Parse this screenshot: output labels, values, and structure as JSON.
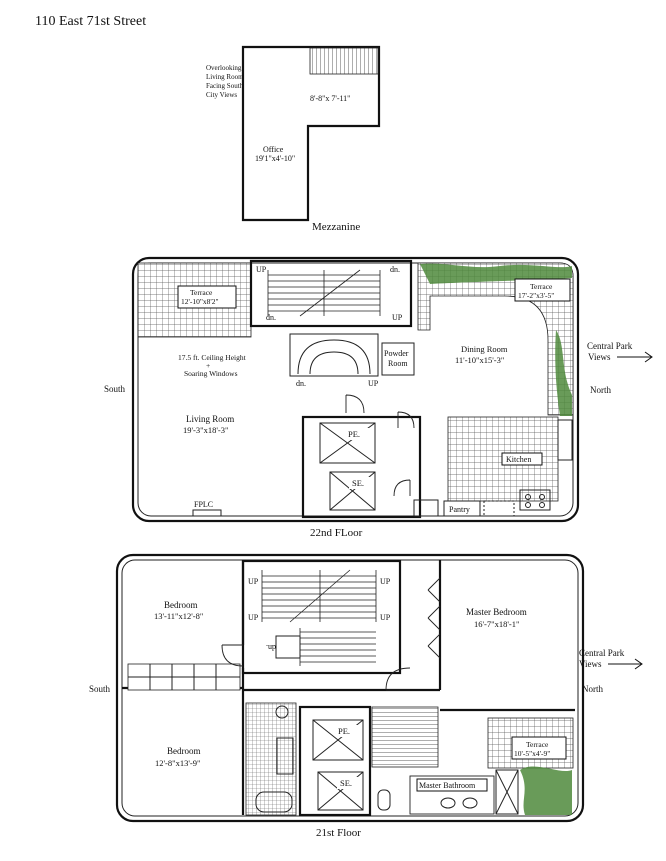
{
  "title": "110 East 71st Street",
  "mezzanine": {
    "caption": "Mezzanine",
    "overlooking_note": [
      "Overlooking",
      "Living Room",
      "Facing South",
      "City Views"
    ],
    "upper_room_dims": "8'-8\"x 7'-11\"",
    "office_name": "Office",
    "office_dims": "19'1\"x4'-10\""
  },
  "floor22": {
    "caption": "22nd FLoor",
    "terrace_left_name": "Terrace",
    "terrace_left_dims": "12'-10\"x8'2\"",
    "terrace_right_name": "Terrace",
    "terrace_right_dims": "17'-2\"x3'-5\"",
    "ceiling_line1": "17.5 ft. Ceiling Height",
    "ceiling_plus": "+",
    "ceiling_line2": "Soaring Windows",
    "living_name": "Living Room",
    "living_dims": "19'-3\"x18'-3\"",
    "powder_line1": "Powder",
    "powder_line2": "Room",
    "dining_name": "Dining Room",
    "dining_dims": "11'-10\"x15'-3\"",
    "kitchen": "Kitchen",
    "pantry": "Pantry",
    "fplc": "FPLC",
    "elevator_pe": "PE.",
    "elevator_se": "SE.",
    "stair_up_1": "UP",
    "stair_dn_1": "dn.",
    "stair_dn_2": "dn.",
    "stair_up_2": "UP",
    "spiral_dn": "dn.",
    "spiral_up": "UP",
    "south": "South",
    "north": "North",
    "views_line1": "Central Park",
    "views_line2": "Views"
  },
  "floor21": {
    "caption": "21st Floor",
    "bed1_name": "Bedroom",
    "bed1_dims": "13'-11\"x12'-8\"",
    "bed2_name": "Bedroom",
    "bed2_dims": "12'-8\"x13'-9\"",
    "master_name": "Master Bedroom",
    "master_dims": "16'-7\"x18'-1\"",
    "master_bath": "Master Bathroom",
    "terrace_name": "Terrace",
    "terrace_dims": "10'-5\"x4'-9\"",
    "elevator_pe": "PE.",
    "elevator_se": "SE.",
    "stair_up_1": "UP",
    "stair_up_2": "UP",
    "stair_up_3": "UP",
    "stair_up_4": "UP",
    "stair_dn_flipped": "dn.",
    "south": "South",
    "north": "North",
    "views_line1": "Central Park",
    "views_line2": "Views"
  },
  "colors": {
    "ink": "#111111",
    "planting": "#4f8a3c",
    "paper": "#ffffff"
  }
}
